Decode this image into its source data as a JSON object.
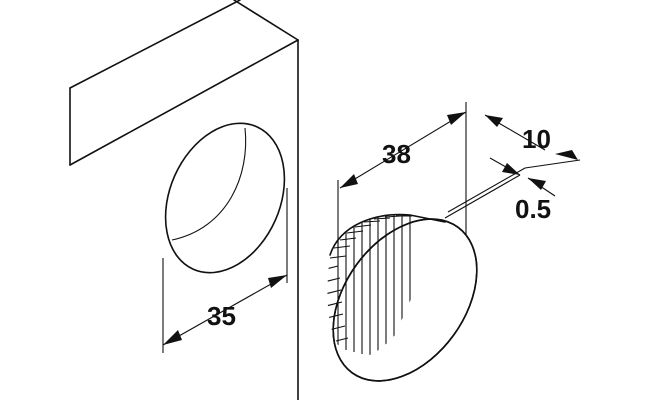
{
  "dimensions": {
    "hole_diameter": "35",
    "cap_diameter": "38",
    "cap_depth": "10",
    "flange_thickness": "0.5"
  },
  "colors": {
    "line": "#111111",
    "background": "#ffffff"
  }
}
